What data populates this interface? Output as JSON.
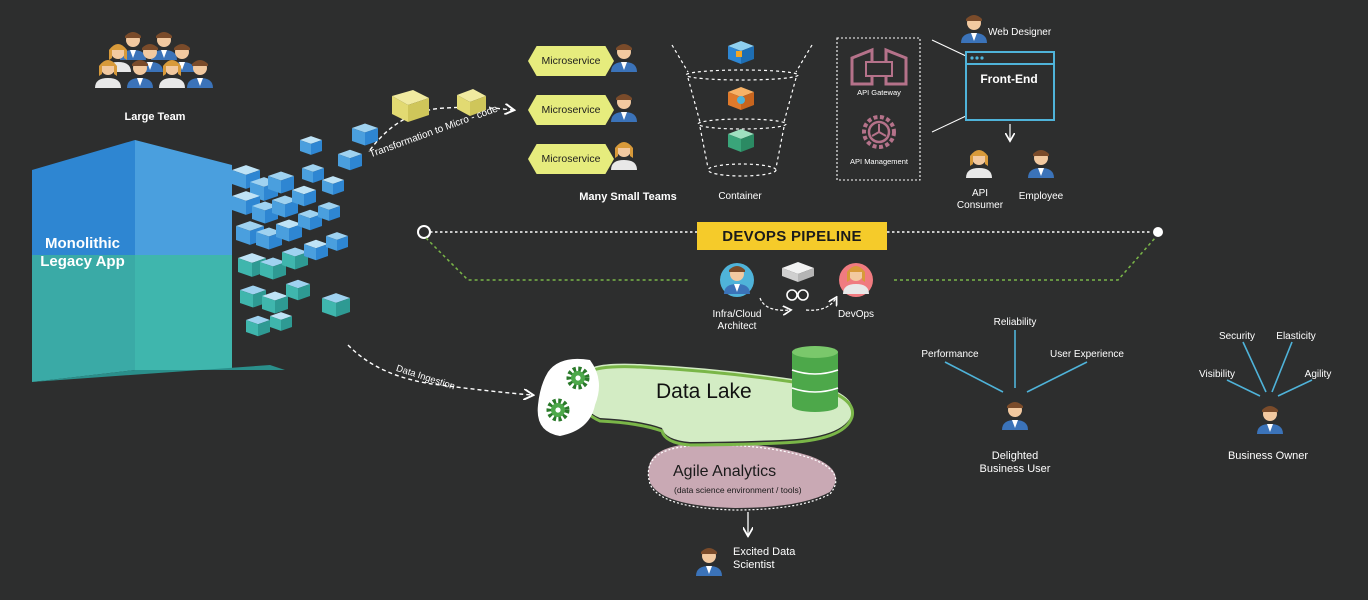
{
  "monolith": {
    "label": "Monolithic Legacy App"
  },
  "large_team": {
    "label": "Large Team"
  },
  "transformation": {
    "label": "Transformation to Micro - code"
  },
  "microservices": {
    "items": [
      "Microservice",
      "Microservice",
      "Microservice"
    ],
    "team_label": "Many Small Teams"
  },
  "container": {
    "label": "Container"
  },
  "api": {
    "gateway_label": "API Gateway",
    "management_label": "API Management"
  },
  "frontend": {
    "label": "Front-End",
    "web_designer": "Web Designer",
    "api_consumer": "API Consumer",
    "employee": "Employee"
  },
  "devops_pipeline": {
    "label": "DEVOPS PIPELINE",
    "infra_label": "Infra/Cloud Architect",
    "devops_label": "DevOps"
  },
  "data": {
    "ingestion_label": "Data Ingestion",
    "lake_label": "Data Lake",
    "agile_label": "Agile Analytics",
    "agile_sub": "(data science environment / tools)",
    "scientist_label": "Excited Data Scientist"
  },
  "business_user": {
    "label": "Delighted Business User",
    "attributes": [
      "Reliability",
      "Performance",
      "User Experience"
    ]
  },
  "business_owner": {
    "label": "Business Owner",
    "attributes": [
      "Security",
      "Elasticity",
      "Visibility",
      "Agility"
    ]
  },
  "colors": {
    "background": "#2d2e2e",
    "monolith_blue": "#2e86d2",
    "monolith_teal": "#3fb6ad",
    "hexagon": "#e6ec7d",
    "devops_yellow": "#f5cb2a",
    "lake_green": "#cfe7c2",
    "analytics_pink": "#c9a9b4",
    "line_blue": "#4fb3d9",
    "pipeline_green": "#7ab648"
  }
}
